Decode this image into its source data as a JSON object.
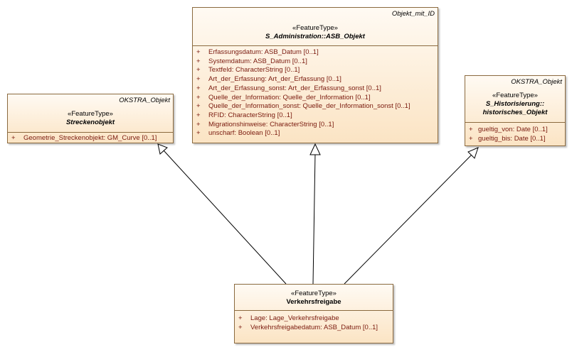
{
  "classes": {
    "asb_objekt": {
      "parent": "Objekt_mit_ID",
      "stereotype": "«FeatureType»",
      "name": "S_Administration::ASB_Objekt",
      "attributes": [
        {
          "vis": "+",
          "text": "Erfassungsdatum: ASB_Datum [0..1]"
        },
        {
          "vis": "+",
          "text": "Systemdatum: ASB_Datum [0..1]"
        },
        {
          "vis": "+",
          "text": "Textfeld: CharacterString [0..1]"
        },
        {
          "vis": "+",
          "text": "Art_der_Erfassung: Art_der_Erfassung [0..1]"
        },
        {
          "vis": "+",
          "text": "Art_der_Erfassung_sonst: Art_der_Erfassung_sonst [0..1]"
        },
        {
          "vis": "+",
          "text": "Quelle_der_Information: Quelle_der_Information [0..1]"
        },
        {
          "vis": "+",
          "text": "Quelle_der_Information_sonst: Quelle_der_Information_sonst [0..1]"
        },
        {
          "vis": "+",
          "text": "RFID: CharacterString [0..1]"
        },
        {
          "vis": "+",
          "text": "Migrationshinweise: CharacterString [0..1]"
        },
        {
          "vis": "+",
          "text": "unscharf: Boolean [0..1]"
        }
      ]
    },
    "streckenobjekt": {
      "parent": "OKSTRA_Objekt",
      "stereotype": "«FeatureType»",
      "name": "Streckenobjekt",
      "attributes": [
        {
          "vis": "+",
          "text": "Geometrie_Streckenobjekt: GM_Curve [0..1]"
        }
      ]
    },
    "historisches_objekt": {
      "parent": "OKSTRA_Objekt",
      "stereotype": "«FeatureType»",
      "name_line1": "S_Historisierung::",
      "name_line2": "historisches_Objekt",
      "attributes": [
        {
          "vis": "+",
          "text": "gueltig_von: Date [0..1]"
        },
        {
          "vis": "+",
          "text": "gueltig_bis: Date [0..1]"
        }
      ]
    },
    "verkehrsfreigabe": {
      "stereotype": "«FeatureType»",
      "name": "Verkehrsfreigabe",
      "attributes": [
        {
          "vis": "+",
          "text": "Lage: Lage_Verkehrsfreigabe"
        },
        {
          "vis": "+",
          "text": "Verkehrsfreigabedatum: ASB_Datum [0..1]"
        }
      ]
    }
  },
  "colors": {
    "border": "#8b6a3f",
    "fill_top": "#fffaf3",
    "fill_bottom": "#fbe4c4",
    "attribute_text": "#7a1a0e",
    "connector": "#000000"
  }
}
